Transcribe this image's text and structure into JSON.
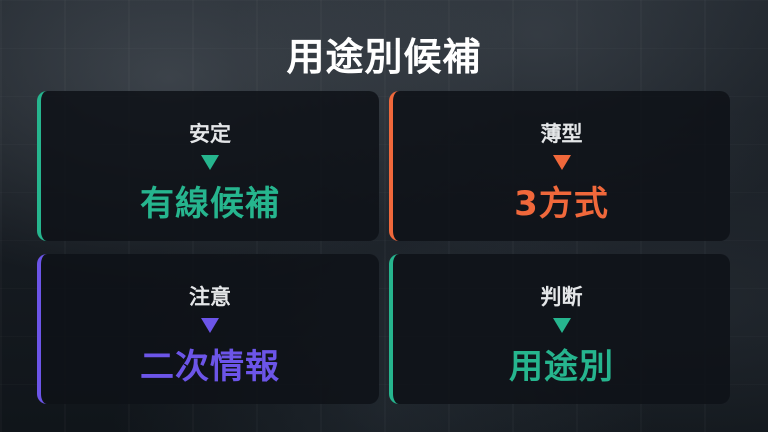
{
  "title": "用途別候補",
  "cards": [
    {
      "label": "安定",
      "value": "有線候補",
      "accent": "#26b58e"
    },
    {
      "label": "薄型",
      "value": "3方式",
      "accent": "#f0683b"
    },
    {
      "label": "注意",
      "value": "二次情報",
      "accent": "#6c55e8"
    },
    {
      "label": "判断",
      "value": "用途別",
      "accent": "#26b58e"
    }
  ],
  "icons": {
    "pointer": "down-triangle-icon"
  }
}
